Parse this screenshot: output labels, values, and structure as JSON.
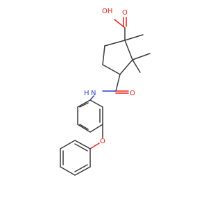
{
  "molecule": {
    "atom_labels": {
      "hydroxyl": "OH",
      "carbonyl_acid_o": "O",
      "amide_o": "O",
      "amide_nh": "H",
      "amide_n": "N",
      "ether_o": "O"
    },
    "colors": {
      "bond": "#3a3a3a",
      "oxygen": "#e8251e",
      "nitrogen": "#2b3ec6",
      "background": "#ffffff"
    }
  }
}
